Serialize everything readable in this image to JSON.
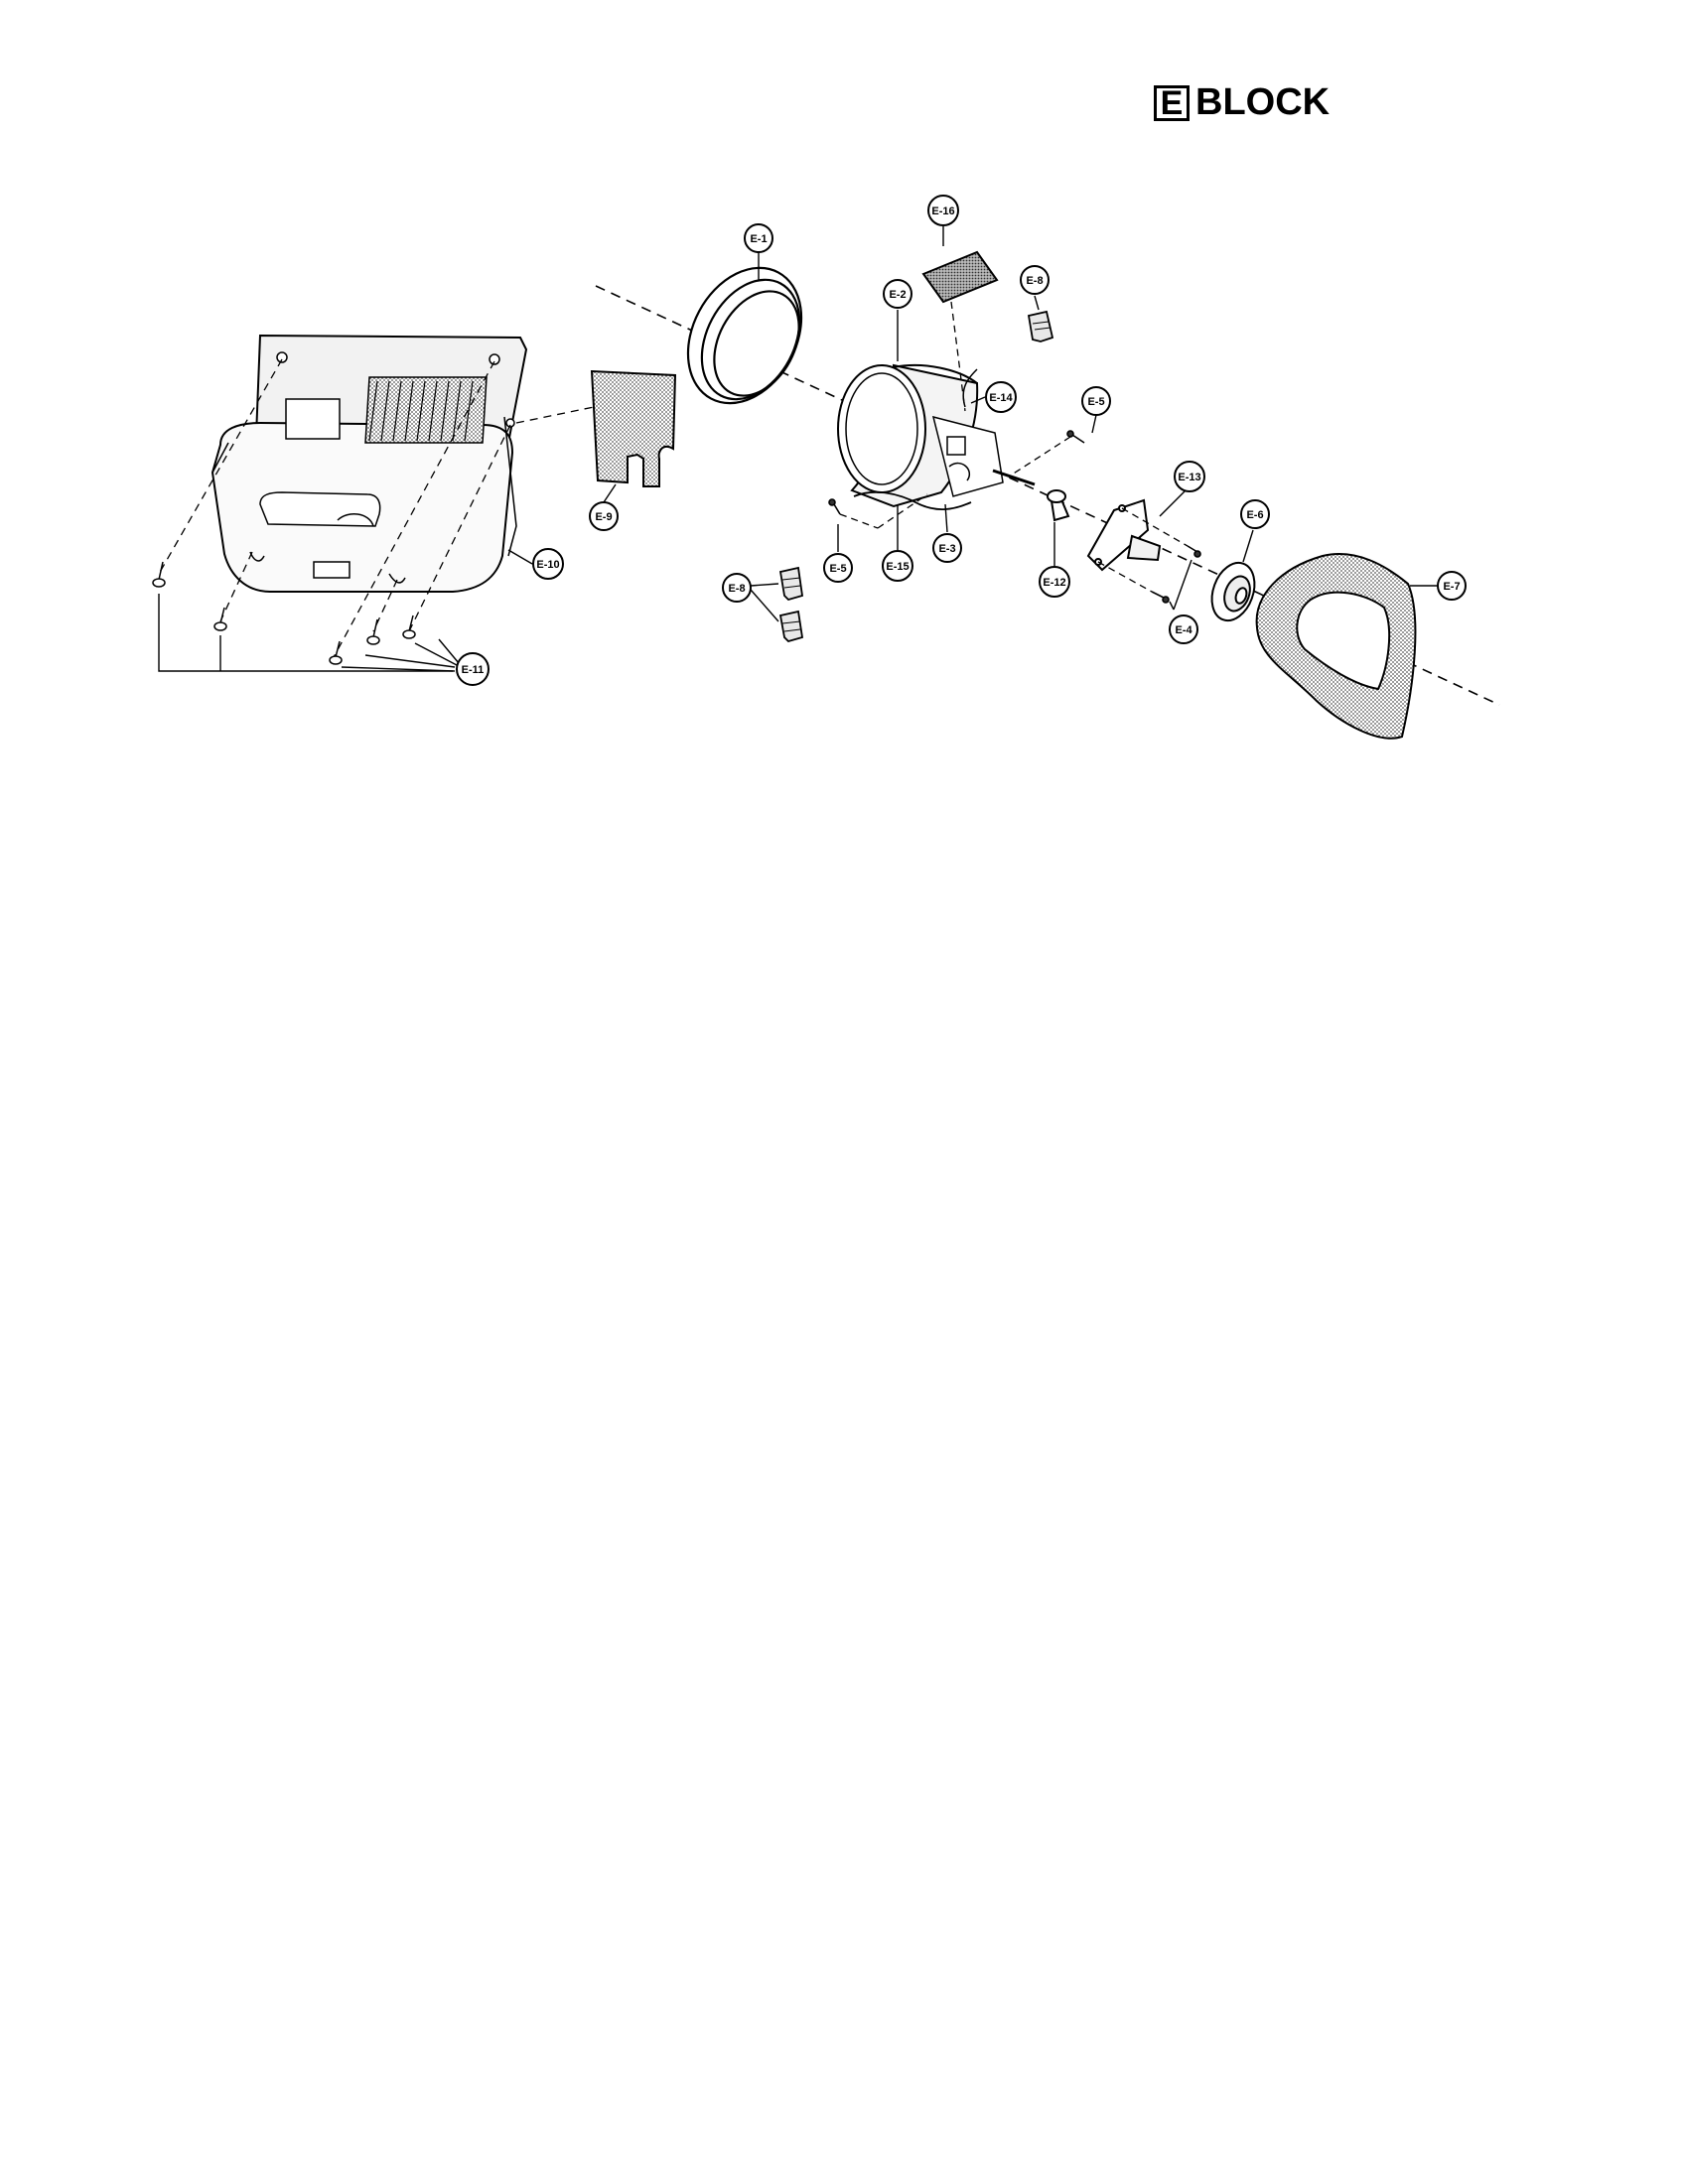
{
  "header": {
    "block_letter": "E",
    "block_word": "BLOCK"
  },
  "callouts": {
    "e1": "E-1",
    "e2": "E-2",
    "e3": "E-3",
    "e4": "E-4",
    "e5a": "E-5",
    "e5b": "E-5",
    "e6": "E-6",
    "e7": "E-7",
    "e8a": "E-8",
    "e8b": "E-8",
    "e9": "E-9",
    "e10": "E-10",
    "e11": "E-11",
    "e12": "E-12",
    "e13": "E-13",
    "e14": "E-14",
    "e15": "E-15",
    "e16": "E-16"
  }
}
